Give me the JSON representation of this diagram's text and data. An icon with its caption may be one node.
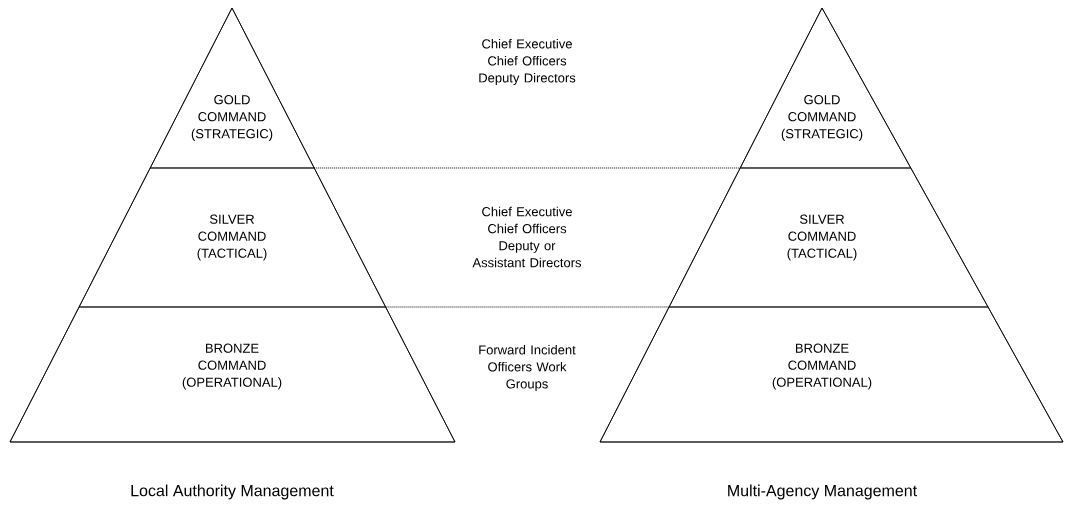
{
  "diagram": {
    "nodes": [
      {
        "text": [
          "Local Authority Management"
        ]
      },
      {
        "text": [
          "GOLD COMMAND (STRATEGIC)"
        ],
        "in": 0
      },
      {
        "text": [
          "SILVER COMMAND (TACTICAL)"
        ],
        "in": 0
      },
      {
        "text": [
          "BRONZE COMMAND (OPERATIONAL)"
        ],
        "in": 0
      },
      {
        "text": [
          "Multi-Agency Management"
        ]
      },
      {
        "text": [
          "GOLD COMMAND (STRATEGIC)"
        ],
        "in": 4
      },
      {
        "text": [
          "SILVER COMMAND (TACTICAL)"
        ],
        "in": 4
      },
      {
        "text": [
          "BRONZE COMMAND (OPERATIONAL)"
        ],
        "in": 4
      }
    ],
    "edges": [
      {
        "from": 1,
        "to": 5,
        "arrow": "none",
        "style": "dashed"
      },
      {
        "from": 2,
        "to": 6,
        "arrow": "none",
        "style": "dashed"
      }
    ],
    "labels": [
      "Chief Executive Chief Officers Deputy Directors",
      "Chief Executive Chief Officers Deputy or Assistant Directors",
      "Forward Incident Officers Work Groups"
    ]
  }
}
